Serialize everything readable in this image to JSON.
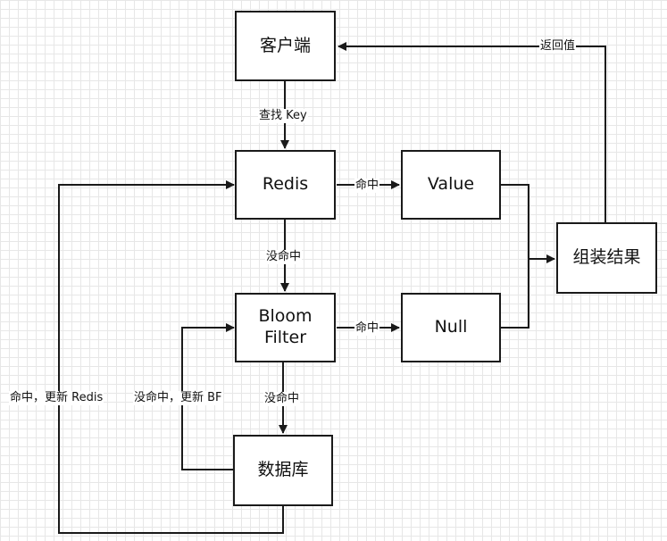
{
  "nodes": {
    "client": "客户端",
    "redis": "Redis",
    "bloom_line1": "Bloom",
    "bloom_line2": "Filter",
    "database": "数据库",
    "value": "Value",
    "null": "Null",
    "assemble": "组装结果"
  },
  "edges": {
    "query_key": "查找 Key",
    "redis_hit": "命中",
    "redis_miss": "没命中",
    "bloom_hit": "命中",
    "bloom_miss": "没命中",
    "return_value": "返回值",
    "hit_update_redis": "命中，更新 Redis",
    "miss_update_bf": "没命中，更新 BF"
  },
  "colors": {
    "stroke": "#1a1a1a",
    "grid": "#e7e7e7",
    "background": "#ffffff"
  }
}
